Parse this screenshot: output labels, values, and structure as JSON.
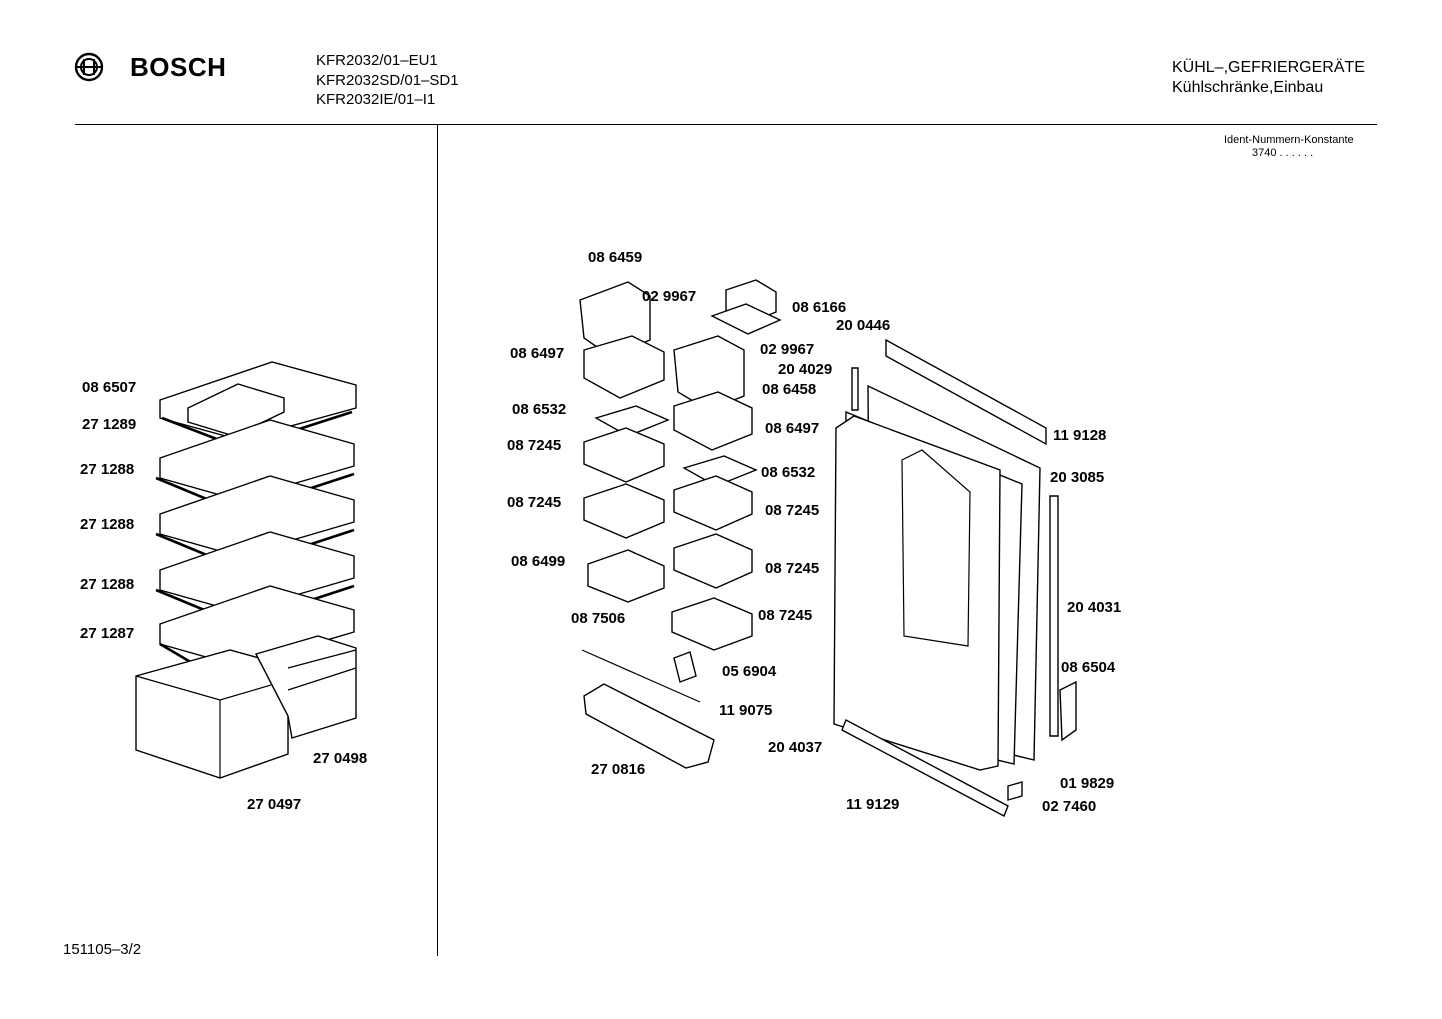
{
  "header": {
    "brand": "BOSCH",
    "models": [
      "KFR2032/01–EU1",
      "KFR2032SD/01–SD1",
      "KFR2032IE/01–I1"
    ],
    "category": [
      "KÜHL–,GEFRIERGERÄTE",
      "Kühlschränke,Einbau"
    ],
    "ident_label": "Ident-Nummern-Konstante",
    "ident_value": "3740  . .  . . . ."
  },
  "footer": {
    "sheet_id": "151105–3/2"
  },
  "left_parts": [
    "08 6507",
    "27 1289",
    "27 1288",
    "27 1288",
    "27 1288",
    "27 1287",
    "27 0498",
    "27 0497"
  ],
  "right_parts": [
    "08 6459",
    "02 9967",
    "08 6166",
    "20 0446",
    "08 6497",
    "02 9967",
    "20 4029",
    "08 6458",
    "08 6532",
    "08 6497",
    "11 9128",
    "08 7245",
    "08 6532",
    "20 3085",
    "08 7245",
    "08 7245",
    "08 6499",
    "08 7245",
    "20 4031",
    "08 7506",
    "08 7245",
    "05 6904",
    "08 6504",
    "11 9075",
    "20 4037",
    "27 0816",
    "11 9129",
    "01 9829",
    "02 7460"
  ]
}
